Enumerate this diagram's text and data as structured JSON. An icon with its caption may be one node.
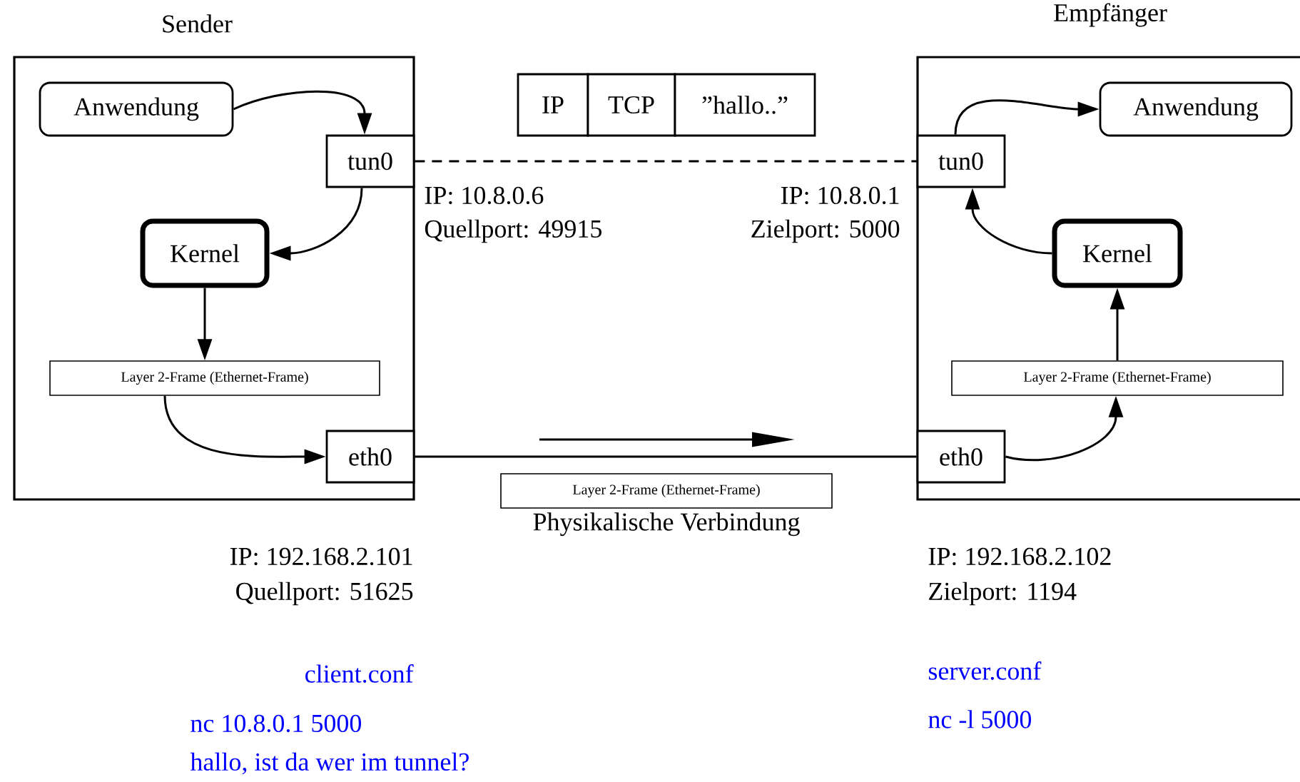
{
  "diagram": {
    "nodes": [
      {
        "text": [
          "Sender"
        ]
      },
      {
        "text": [
          "Anwendung"
        ],
        "in": 0
      },
      {
        "text": [
          "tun0"
        ],
        "in": 0
      },
      {
        "text": [
          "Kernel"
        ],
        "in": 0
      },
      {
        "text": [
          "Layer 2-Frame (Ethernet-Frame)"
        ],
        "in": 0
      },
      {
        "text": [
          "eth0"
        ],
        "in": 0
      },
      {
        "text": [
          "Empfänger"
        ]
      },
      {
        "text": [
          "Anwendung"
        ],
        "in": 6
      },
      {
        "text": [
          "tun0"
        ],
        "in": 6
      },
      {
        "text": [
          "Kernel"
        ],
        "in": 6
      },
      {
        "text": [
          "Layer 2-Frame (Ethernet-Frame)"
        ],
        "in": 6
      },
      {
        "text": [
          "eth0"
        ],
        "in": 6
      },
      {
        "text": [
          "IP"
        ]
      },
      {
        "text": [
          "TCP"
        ]
      },
      {
        "text": [
          "”hallo..”"
        ]
      },
      {
        "text": [
          "Layer 2-Frame (Ethernet-Frame)"
        ],
        "beside": [
          "Physikalische Verbindung"
        ]
      }
    ],
    "edges": [
      {
        "from": 1,
        "to": 2,
        "arrow": "to"
      },
      {
        "from": 2,
        "to": 3,
        "arrow": "to"
      },
      {
        "from": 3,
        "to": 4,
        "arrow": "to"
      },
      {
        "from": 4,
        "to": 5,
        "arrow": "to"
      },
      {
        "from": 2,
        "to": 8,
        "arrow": "none",
        "style": "dashed"
      },
      {
        "from": 5,
        "to": 11,
        "arrow": "none"
      },
      {
        "from": 11,
        "to": 10,
        "arrow": "to"
      },
      {
        "from": 10,
        "to": 9,
        "arrow": "to"
      },
      {
        "from": 9,
        "to": 8,
        "arrow": "to"
      },
      {
        "from": 8,
        "to": 7,
        "arrow": "to"
      }
    ],
    "labels": [
      "IP: 10.8.0.6",
      "Quellport: 49915",
      "IP: 10.8.0.1",
      "Zielport: 5000",
      "IP: 192.168.2.101",
      "Quellport: 51625",
      "IP: 192.168.2.102",
      "Zielport: 1194",
      "client.conf",
      "server.conf",
      "nc 10.8.0.1 5000",
      "hallo, ist da wer im tunnel?",
      "nc -l 5000"
    ]
  }
}
